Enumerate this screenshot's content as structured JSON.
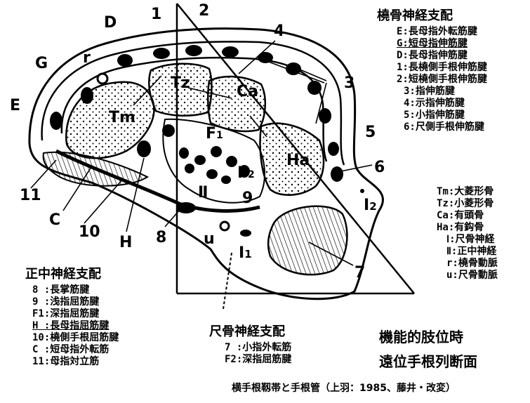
{
  "labels": {
    "E": "E",
    "G": "G",
    "r": "r",
    "D": "D",
    "n1": "1",
    "n2": "2",
    "n3": "3",
    "n4": "4",
    "n5": "5",
    "n6": "6",
    "I2": "I",
    "I2sub": "2",
    "n7": "7",
    "n8": "8",
    "n9": "9",
    "n10": "10",
    "n11": "11",
    "C": "C",
    "H": "H",
    "u": "u",
    "I1": "I",
    "I1sub": "1",
    "Tm": "Tm",
    "Tz": "Tz",
    "Ca": "Ca",
    "Ha": "Ha",
    "F1": "F",
    "F1sub": "1",
    "F2": "F",
    "F2sub": "2",
    "II": "Ⅱ"
  },
  "radial": {
    "title": "橈骨神経支配",
    "items": [
      "E:長母指外転筋腱",
      "G:短母指伸筋腱",
      "D:長母指伸筋腱",
      "1:長橈側手根伸筋腱",
      "2:短橈側手根伸筋腱",
      "3:指伸筋腱",
      "4:示指伸筋腱",
      "5:小指伸筋腱",
      "6:尺側手根伸筋腱"
    ]
  },
  "bones": {
    "items": [
      "Tm:大菱形骨",
      "Tz:小菱形骨",
      "Ca:有頭骨",
      "Ha:有鈎骨",
      "Ⅰ:尺骨神経",
      "Ⅱ:正中神経",
      "r:橈骨動脈",
      "u:尺骨動脈"
    ]
  },
  "median": {
    "title": "正中神経支配",
    "items": [
      "8 :長掌筋腱",
      "9 :浅指屈筋腱",
      "F1:深指屈筋腱",
      "H :長母指屈筋腱",
      "10:橈側手根屈筋腱",
      "C :短母指外転筋",
      "11:母指対立筋"
    ]
  },
  "ulnar": {
    "title": "尺骨神経支配",
    "items": [
      "7 :小指外転筋",
      "F2:深指屈筋腱"
    ]
  },
  "caption": {
    "line1": "機能的肢位時",
    "line2": "遠位手根列断面",
    "credit": "横手根靱帯と手根管（上羽：1985、藤井・改変）"
  }
}
